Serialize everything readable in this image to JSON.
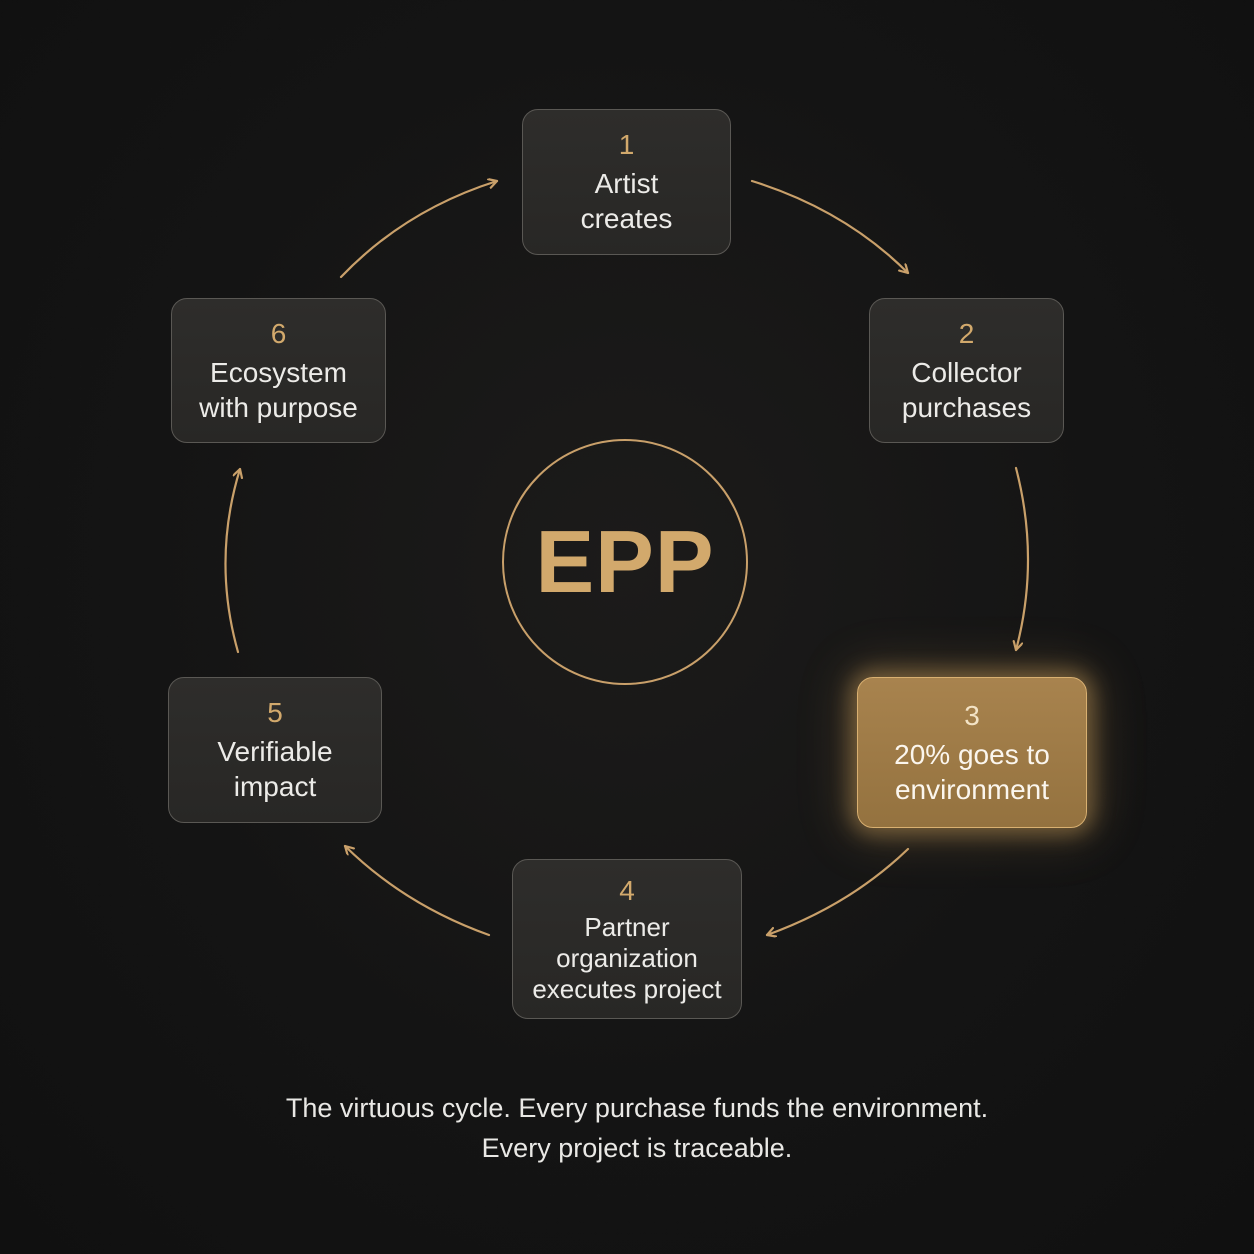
{
  "diagram": {
    "center_label": "EPP",
    "steps": [
      {
        "number": "1",
        "label": "Artist\ncreates"
      },
      {
        "number": "2",
        "label": "Collector\npurchases"
      },
      {
        "number": "3",
        "label": "20% goes to\nenvironment"
      },
      {
        "number": "4",
        "label": "Partner\norganization\nexecutes project"
      },
      {
        "number": "5",
        "label": "Verifiable\nimpact"
      },
      {
        "number": "6",
        "label": "Ecosystem\nwith purpose"
      }
    ],
    "highlighted_step": "3",
    "caption_line1": "The virtuous cycle. Every purchase funds the environment.",
    "caption_line2": "Every project is traceable."
  },
  "colors": {
    "background": "#141414",
    "accent_gold": "#c9a06a",
    "box_fill": "#2b2a28",
    "box_border": "#5a5854",
    "highlight_fill": "#a07c48",
    "text": "#ecebe8"
  }
}
